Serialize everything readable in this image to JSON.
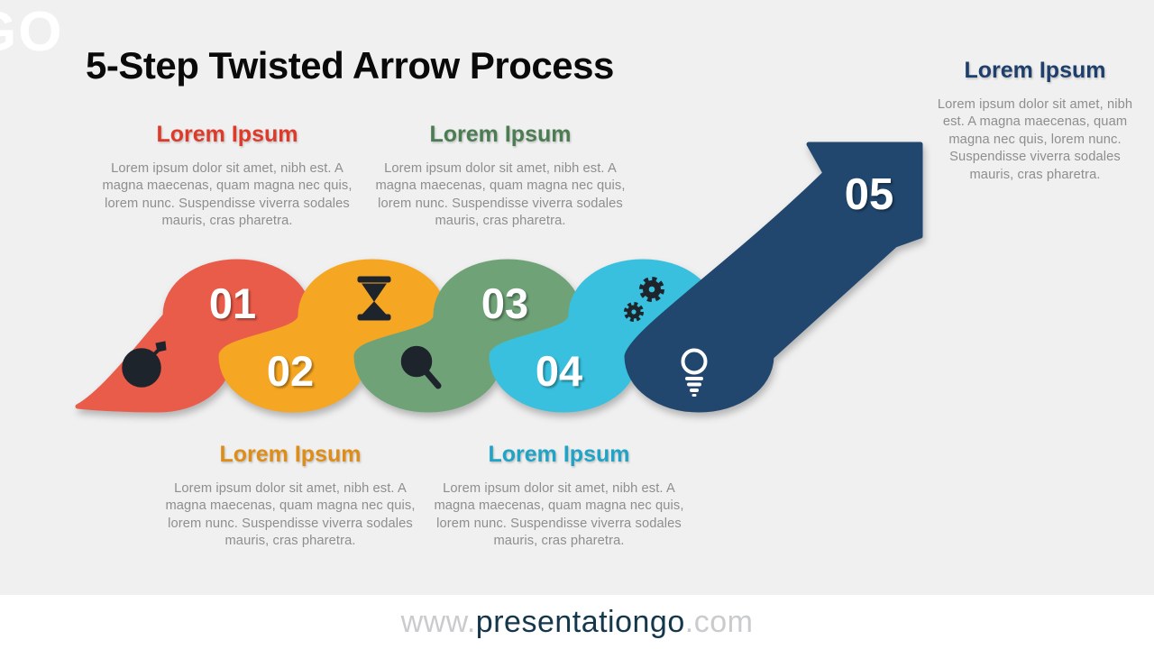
{
  "page": {
    "logo_text": "GO",
    "title": "5-Step Twisted Arrow Process",
    "background_color": "#F0F0F0"
  },
  "steps": [
    {
      "number": "01",
      "heading": "Lorem Ipsum",
      "body": "Lorem ipsum dolor sit amet, nibh est. A magna maecenas, quam magna nec quis, lorem nunc. Suspendisse viverra sodales mauris, cras pharetra.",
      "shape_color": "#EA5C4A",
      "heading_color": "#DF3A29",
      "icon": "target-arrow-icon"
    },
    {
      "number": "02",
      "heading": "Lorem Ipsum",
      "body": "Lorem ipsum dolor sit amet, nibh est. A magna maecenas, quam magna nec quis, lorem nunc. Suspendisse viverra sodales mauris, cras pharetra.",
      "shape_color": "#F5A623",
      "heading_color": "#DE8D18",
      "icon": "hourglass-icon"
    },
    {
      "number": "03",
      "heading": "Lorem Ipsum",
      "body": "Lorem ipsum dolor sit amet, nibh est. A magna maecenas, quam magna nec quis, lorem nunc. Suspendisse viverra sodales mauris, cras pharetra.",
      "shape_color": "#6FA377",
      "heading_color": "#4C7D52",
      "icon": "magnifier-pulse-icon"
    },
    {
      "number": "04",
      "heading": "Lorem Ipsum",
      "body": "Lorem ipsum dolor sit amet, nibh est. A magna maecenas, quam magna nec quis, lorem nunc. Suspendisse viverra sodales mauris, cras pharetra.",
      "shape_color": "#38C0DE",
      "heading_color": "#1FA3C6",
      "icon": "gears-icon"
    },
    {
      "number": "05",
      "heading": "Lorem Ipsum",
      "body": "Lorem ipsum dolor sit amet, nibh est. A magna maecenas, quam magna nec quis, lorem nunc. Suspendisse viverra sodales mauris, cras pharetra.",
      "shape_color": "#21476E",
      "heading_color": "#1E3E6C",
      "icon": "lightbulb-icon"
    }
  ],
  "footer": {
    "prefix": "www.",
    "brand": "presentationgo",
    "suffix": ".com"
  }
}
